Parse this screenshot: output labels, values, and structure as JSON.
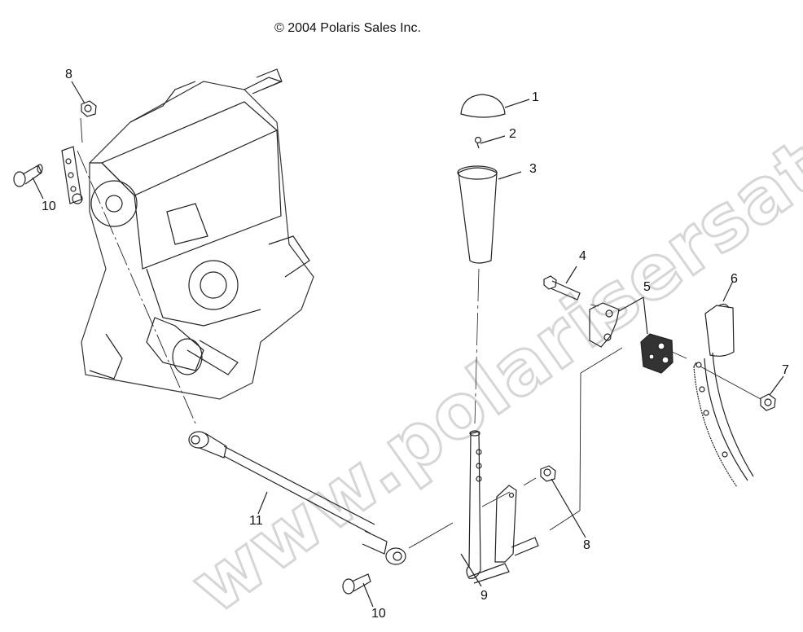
{
  "header": {
    "copyright": "© 2004 Polaris Sales Inc."
  },
  "watermark": {
    "text": "www.polarisersatzteile.de",
    "color": "#d4d4d4"
  },
  "diagram": {
    "type": "exploded-parts-diagram",
    "subject": "Gear shift linkage assembly with transmission",
    "line_color": "#111111",
    "background": "#ffffff",
    "callouts": [
      {
        "id": "c1",
        "label": "1",
        "part": "Shift knob cap"
      },
      {
        "id": "c2",
        "label": "2",
        "part": "Screw"
      },
      {
        "id": "c3",
        "label": "3",
        "part": "Shift knob"
      },
      {
        "id": "c4",
        "label": "4",
        "part": "Bolt"
      },
      {
        "id": "c5",
        "label": "5",
        "part": "Pivot block halves"
      },
      {
        "id": "c6",
        "label": "6",
        "part": "Bushing"
      },
      {
        "id": "c7",
        "label": "7",
        "part": "Nut"
      },
      {
        "id": "c8a",
        "label": "8",
        "part": "Nut (transmission lever)"
      },
      {
        "id": "c8b",
        "label": "8",
        "part": "Nut (shift lever)"
      },
      {
        "id": "c9",
        "label": "9",
        "part": "Shift lever"
      },
      {
        "id": "c10a",
        "label": "10",
        "part": "Shoulder bolt (transmission)"
      },
      {
        "id": "c10b",
        "label": "10",
        "part": "Shoulder bolt (linkage)"
      },
      {
        "id": "c11",
        "label": "11",
        "part": "Shift linkage rod"
      }
    ]
  }
}
